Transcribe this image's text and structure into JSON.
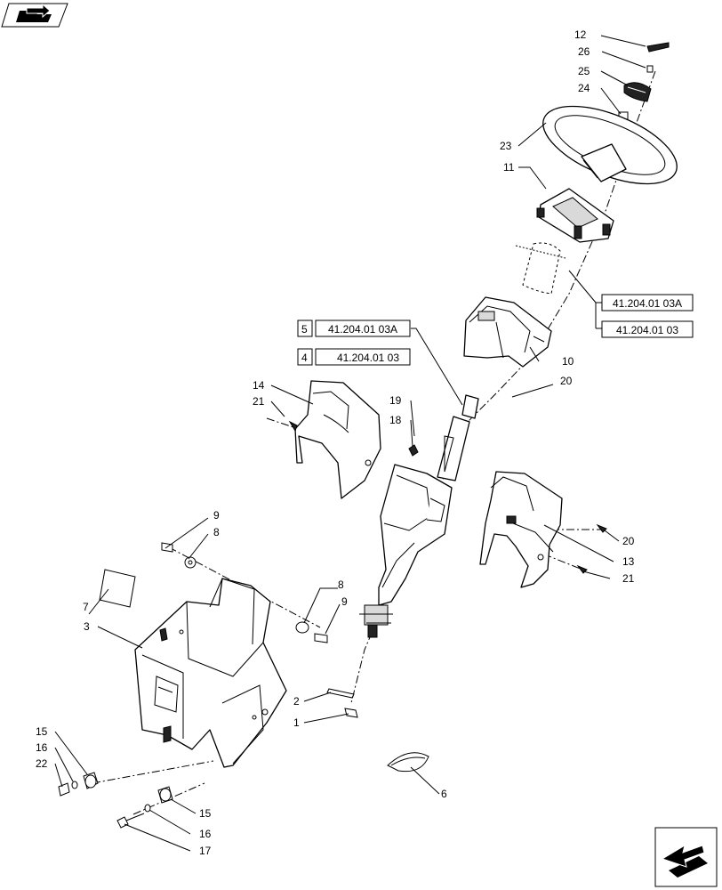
{
  "diagram": {
    "callouts": {
      "c1": "1",
      "c2": "2",
      "c3": "3",
      "c4": "4",
      "c5": "5",
      "c6": "6",
      "c7": "7",
      "c8a": "8",
      "c8b": "8",
      "c9a": "9",
      "c9b": "9",
      "c10": "10",
      "c11": "11",
      "c12": "12",
      "c13": "13",
      "c14": "14",
      "c15a": "15",
      "c15b": "15",
      "c16a": "16",
      "c16b": "16",
      "c17": "17",
      "c18": "18",
      "c19": "19",
      "c20a": "20",
      "c20b": "20",
      "c21a": "21",
      "c21b": "21",
      "c22": "22",
      "c23": "23",
      "c24": "24",
      "c25": "25",
      "c26": "26"
    },
    "references": {
      "ref_left_top_num": "5",
      "ref_left_top_code": "41.204.01 03A",
      "ref_left_bottom_num": "4",
      "ref_left_bottom_code": "41.204.01 03",
      "ref_right_top_code": "41.204.01 03A",
      "ref_right_bottom_code": "41.204.01 03"
    },
    "icons": {
      "top_left": "arrow-into-folder-icon",
      "bottom_right": "arrow-out-of-box-icon"
    }
  }
}
